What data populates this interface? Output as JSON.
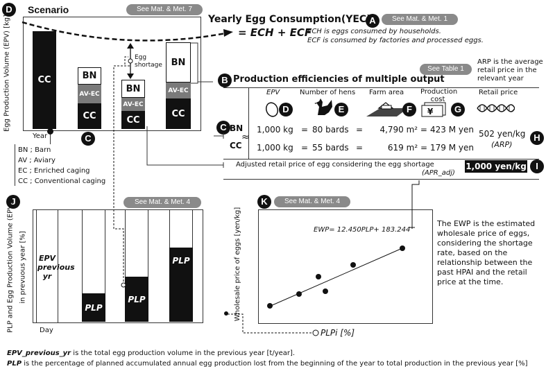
{
  "scenario": {
    "circle": "D",
    "title": "Scenario",
    "note": "See Mat. & Met. 7",
    "ylabel": "Egg Production Volume (EPV) [kg]",
    "xlabel": "Year",
    "shortage_label": "Egg shortage",
    "bars": [
      {
        "segments": [
          "CC"
        ]
      },
      {
        "segments": [
          "CC",
          "AV-EC",
          "BN"
        ]
      },
      {
        "segments": [
          "CC",
          "AV-EC",
          "BN"
        ]
      },
      {
        "segments": [
          "CC",
          "AV-EC",
          "BN"
        ]
      }
    ]
  },
  "yec": {
    "circle": "A",
    "title": "Yearly Egg Consumption(YEC)",
    "equation": "= ECH + ECF",
    "note": "See Mat. & Met. 1",
    "line1": "ECH is  eggs consumed by households.",
    "line2": "ECF is consumed by factories and processed eggs."
  },
  "legend": {
    "circle": "C",
    "items": [
      "BN ; Barn",
      "AV ; Aviary",
      "EC ; Enriched caging",
      "CC ; Conventional caging"
    ]
  },
  "efficiency": {
    "circle": "B",
    "title": "Production efficiencies of multiple output",
    "note": "See Table 1",
    "arp_note": "ARP is the average retail price in the relevant year",
    "headers": [
      {
        "label": "EPV",
        "circle": "D"
      },
      {
        "label": "Number of hens",
        "circle": "E"
      },
      {
        "label": "Farm area",
        "circle": "F"
      },
      {
        "label": "Production cost",
        "circle": "G"
      },
      {
        "label": "Retail price",
        "circle": ""
      }
    ],
    "row_circle": "C",
    "rows": [
      {
        "label": "BN",
        "epv": "1,000 kg",
        "hens": "80 bards",
        "area": "4,790 m² =",
        "cost": "423 M yen"
      },
      {
        "label": "CC",
        "epv": "1,000 kg",
        "hens": "55 bards",
        "area": "619 m² =",
        "cost": "179 M yen"
      }
    ],
    "retail_price": "502 yen/kg",
    "retail_abbr": "(ARP)",
    "retail_circle": "H",
    "adjusted_text": "Adjusted retail price of egg considering the egg shortage",
    "adjusted_abbr": "(APR_adj)",
    "adjusted_value": "1,000 yen/kg",
    "adjusted_circle": "I"
  },
  "plp_chart": {
    "circle": "J",
    "note": "See Mat. & Met. 4",
    "ylabel_1": "PLP and Egg Production Volume (EPV)",
    "ylabel_2": "in prevuous year [%]",
    "xlabel": "Day",
    "epv_label": "EPV previous yr",
    "bar_label": "PLP"
  },
  "ewp_chart": {
    "circle": "K",
    "note": "See Mat. & Met. 4",
    "ylabel": "Wholesale price of eggs [yen/kg]",
    "xlabel": "PLPi [%]",
    "equation": "EWP= 12.450PLP+ 183.244",
    "description": "The EWP is the estimated wholesale price of eggs, considering the shortage rate, based on the relationship between the past HPAI and the retail price at the time."
  },
  "footer": {
    "line1_term": "EPV_previous_yr",
    "line1_text": " is the total egg production volume in the previous year [t/year].",
    "line2_term": "PLP",
    "line2_text": " is the percentage of planned accumulated annual egg production lost from the beginning of the year to total production in the previous year [%]"
  },
  "colors": {
    "dark": "#111111",
    "gray": "#7a7a7a",
    "pill": "#8a8a8a"
  }
}
